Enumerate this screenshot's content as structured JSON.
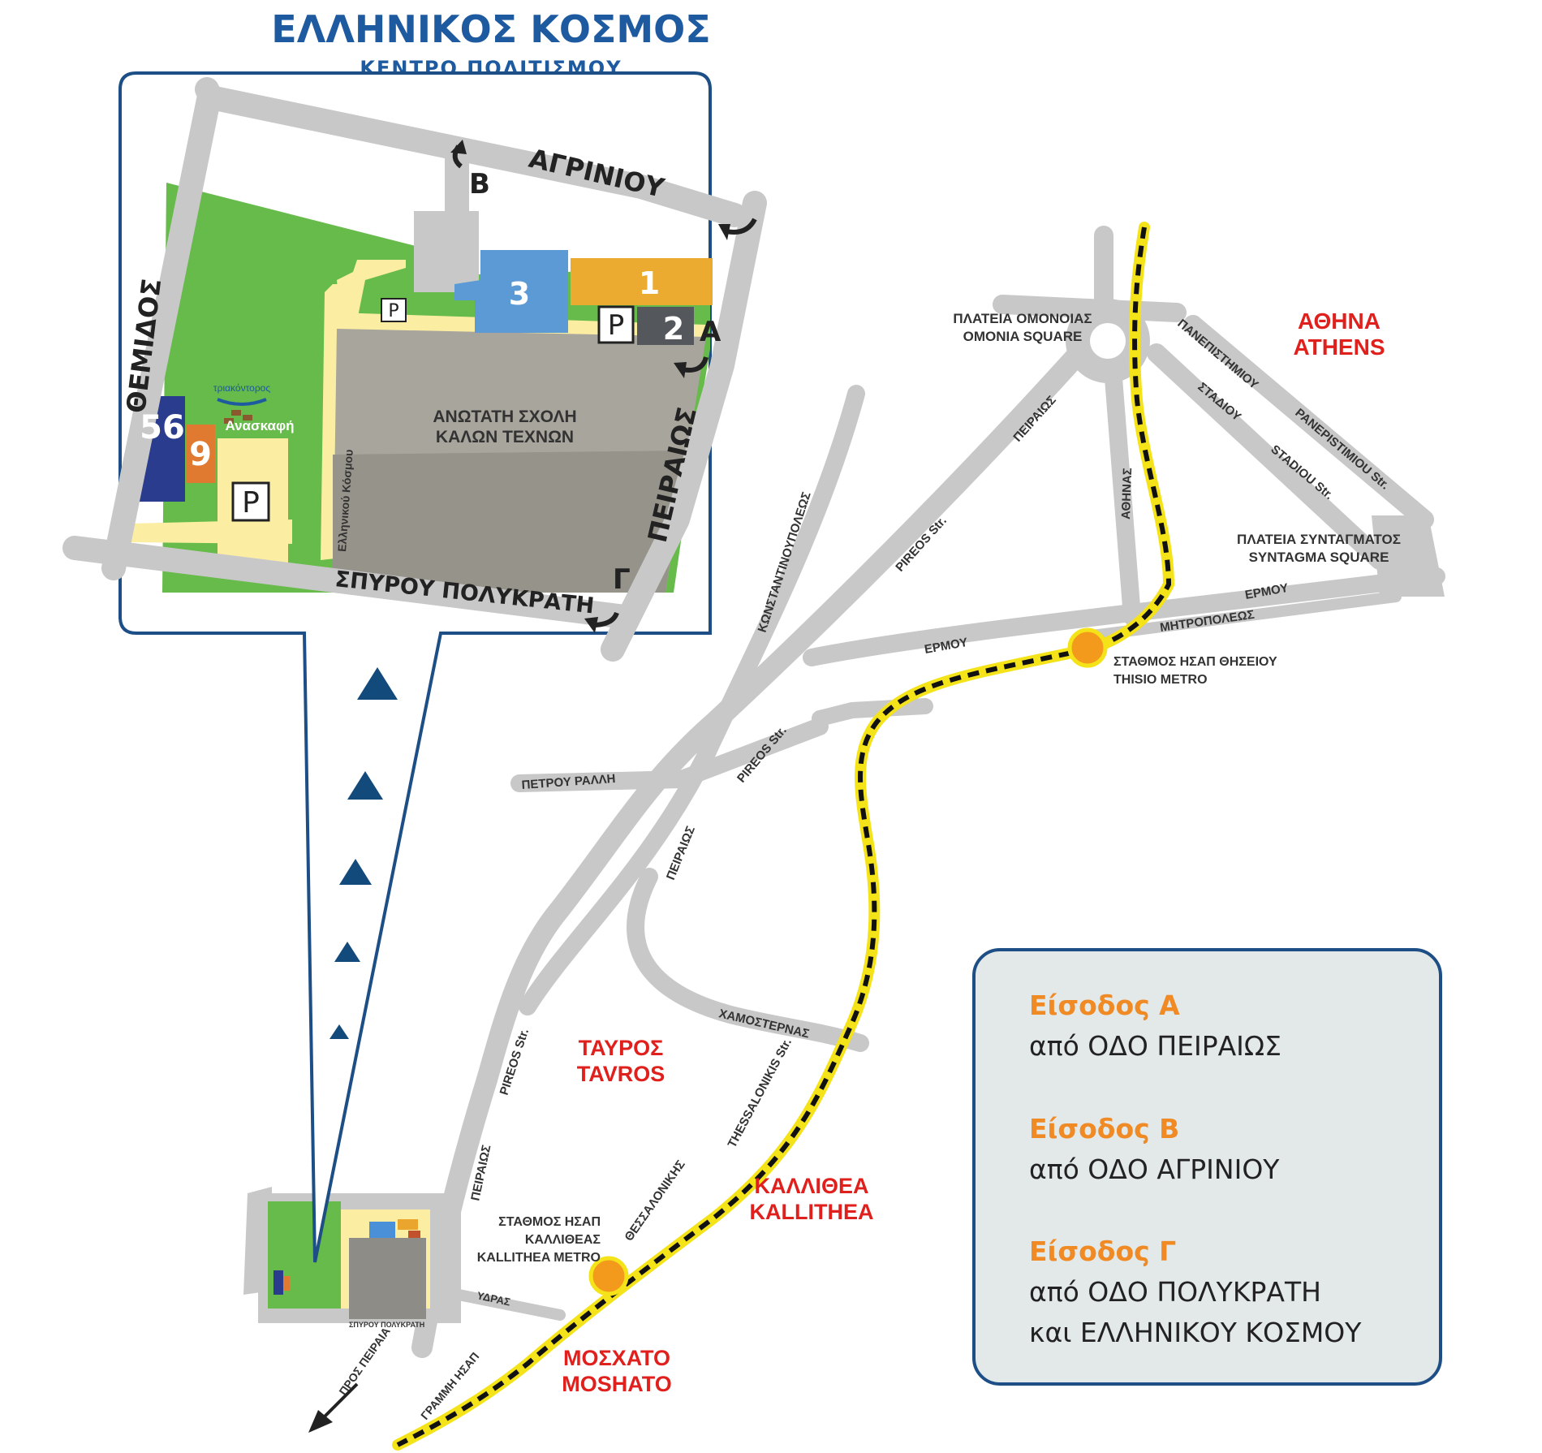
{
  "header": {
    "title": "ΕΛΛΗΝΙΚΟΣ ΚΟΣΜΟΣ",
    "subtitle": "ΚΕΝΤΡΟ ΠΟΛΙΤΙΣΜΟΥ"
  },
  "colors": {
    "brand_blue": "#1e5aa0",
    "park_green": "#66bb4a",
    "path_yellow": "#fbeea2",
    "road_gray": "#c8c8c8",
    "metro_yellow": "#f5e31a",
    "station_orange": "#f39a1c",
    "area_red": "#e0201c",
    "legend_orange": "#f08a24",
    "legend_bg": "#e3e8e8"
  },
  "inset": {
    "streets": {
      "agriniou": "ΑΓΡΙΝΙΟΥ",
      "themidos": "ΘΕΜΙΔΟΣ",
      "peiraios": "ΠΕΙΡΑΙΩΣ",
      "polykrati": "ΣΠΥΡΟΥ ΠΟΛΥΚΡΑΤΗ",
      "ellinikou_kosmou": "Ελληνικού Κόσμου"
    },
    "entrances": {
      "a": "Α",
      "b": "Β",
      "g": "Γ"
    },
    "buildings": {
      "b1": "1",
      "b2": "2",
      "b3": "3",
      "b56": "56",
      "b9": "9",
      "school_line1": "ΑΝΩΤΑΤΗ ΣΧΟΛΗ",
      "school_line2": "ΚΑΛΩΝ ΤΕΧΝΩΝ"
    },
    "parking": "P",
    "trireme": "τριακόντορος",
    "excavation": "Ανασκαφή"
  },
  "map": {
    "squares": {
      "omonia_gr": "ΠΛΑΤΕΙΑ ΟΜΟΝΟΙΑΣ",
      "omonia_en": "OMONIA SQUARE",
      "syntagma_gr": "ΠΛΑΤΕΙΑ ΣΥΝΤΑΓΜΑΤΟΣ",
      "syntagma_en": "SYNTAGMA SQUARE"
    },
    "areas": {
      "athens_gr": "ΑΘΗΝΑ",
      "athens_en": "ATHENS",
      "tavros_gr": "ΤΑΥΡΟΣ",
      "tavros_en": "TAVROS",
      "kallithea_gr": "ΚΑΛΛΙΘΕΑ",
      "kallithea_en": "KALLITHEA",
      "moschato_gr": "ΜΟΣΧΑΤΟ",
      "moschato_en": "MOSHATO"
    },
    "stations": {
      "thisio_gr": "ΣΤΑΘΜΟΣ ΗΣΑΠ ΘΗΣΕΙΟΥ",
      "thisio_en": "THISIO METRO",
      "kallithea_line1": "ΣΤΑΘΜΟΣ ΗΣΑΠ",
      "kallithea_line2": "ΚΑΛΛΙΘΕΑΣ",
      "kallithea_en": "KALLITHEA METRO"
    },
    "streets": {
      "panepistimiou_gr": "ΠΑΝΕΠΙΣΤΗΜΙΟΥ",
      "panepistimiou_en": "PANEPISTIMIOU Str.",
      "stadiou_gr": "ΣΤΑΔΙΟΥ",
      "stadiou_en": "STADIOU Str.",
      "athinas": "ΑΘΗΝΑΣ",
      "peiraios_top": "ΠΕΙΡΑΙΩΣ",
      "pireos_top": "PIREOS Str.",
      "konstantinoupoleos": "ΚΩΝΣΤΑΝΤΙΝΟΥΠΟΛΕΩΣ",
      "ermou_left": "ΕΡΜΟΥ",
      "ermou_right": "ΕΡΜΟΥ",
      "mitropoleos": "ΜΗΤΡΟΠΟΛΕΩΣ",
      "pireos_mid": "PIREOS Str.",
      "petrou_ralli": "ΠΕΤΡΟΥ ΡΑΛΛΗ",
      "peiraios_mid": "ΠΕΙΡΑΙΩΣ",
      "chamosternas": "ΧΑΜΟΣΤΕΡΝΑΣ",
      "pireos_low": "PIREOS Str.",
      "peiraios_low": "ΠΕΙΡΑΙΩΣ",
      "thessalonikis_en": "THESSALONIKIS Str.",
      "thessalonikis_gr": "ΘΕΣΣΑΛΟΝΙΚΗΣ",
      "ydras": "ΥΔΡΑΣ",
      "pros_peiraia": "ΠΡΟΣ ΠΕΙΡΑΙΑ",
      "grammi_isap": "ΓΡΑΜΜΗ ΗΣΑΠ",
      "mini_polykrati": "ΣΠΥΡΟΥ ΠΟΛΥΚΡΑΤΗ"
    }
  },
  "legend": {
    "entries": [
      {
        "head": "Είσοδος Α",
        "lines": [
          "από ΟΔΟ ΠΕΙΡΑΙΩΣ"
        ]
      },
      {
        "head": "Είσοδος Β",
        "lines": [
          "από ΟΔΟ ΑΓΡΙΝΙΟΥ"
        ]
      },
      {
        "head": "Είσοδος Γ",
        "lines": [
          "από ΟΔΟ ΠΟΛΥΚΡΑΤΗ",
          "και ΕΛΛΗΝΙΚΟΥ ΚΟΣΜΟΥ"
        ]
      }
    ]
  }
}
